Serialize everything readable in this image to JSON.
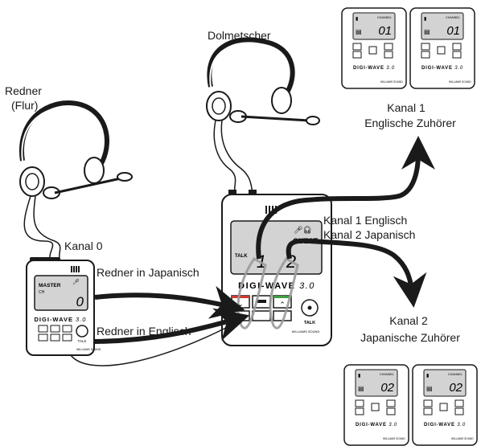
{
  "labels": {
    "speaker_title": "Redner",
    "speaker_sub": "(Flur)",
    "interpreter_title": "Dolmetscher",
    "channel0": "Kanal 0",
    "speaker_japanese": "Redner in Japanisch",
    "speaker_english": "Redner in Englisch",
    "channel1_english": "Kanal 1 Englisch",
    "channel2_japanese": "Kanal 2 Japanisch",
    "channel1_title": "Kanal 1",
    "channel1_sub": "Englische Zuhörer",
    "channel2_title": "Kanal 2",
    "channel2_sub": "Japanische Zuhörer"
  },
  "master_unit": {
    "display_mode": "MASTER",
    "display_sub": "CH",
    "display_value": "0",
    "brand": "DIGI-WAVE",
    "brand_version": "3.0",
    "talk_label": "TALK",
    "maker": "WILLIAMS SOUND"
  },
  "interpreter_unit": {
    "display_mode": "GUEST",
    "talk_label": "TALK",
    "channel_a": "1",
    "channel_b": "2",
    "brand": "DIGI-WAVE",
    "brand_version": "3.0",
    "button_talk": "TALK",
    "maker": "WILLIAMS SOUND"
  },
  "receivers": [
    {
      "channel": "01",
      "label": "CHANNEL",
      "brand": "DIGI-WAVE",
      "version": "3.0",
      "maker": "WILLIAMS SOUND"
    },
    {
      "channel": "01",
      "label": "CHANNEL",
      "brand": "DIGI-WAVE",
      "version": "3.0",
      "maker": "WILLIAMS SOUND"
    },
    {
      "channel": "02",
      "label": "CHANNEL",
      "brand": "DIGI-WAVE",
      "version": "3.0",
      "maker": "WILLIAMS SOUND"
    },
    {
      "channel": "02",
      "label": "CHANNEL",
      "brand": "DIGI-WAVE",
      "version": "3.0",
      "maker": "WILLIAMS SOUND"
    }
  ],
  "colors": {
    "ink": "#1a1a1a",
    "lcd": "#d3d3d3",
    "red_button": "#d23a2f",
    "green_button": "#3ea040",
    "highlight": "#b8b8b8"
  }
}
